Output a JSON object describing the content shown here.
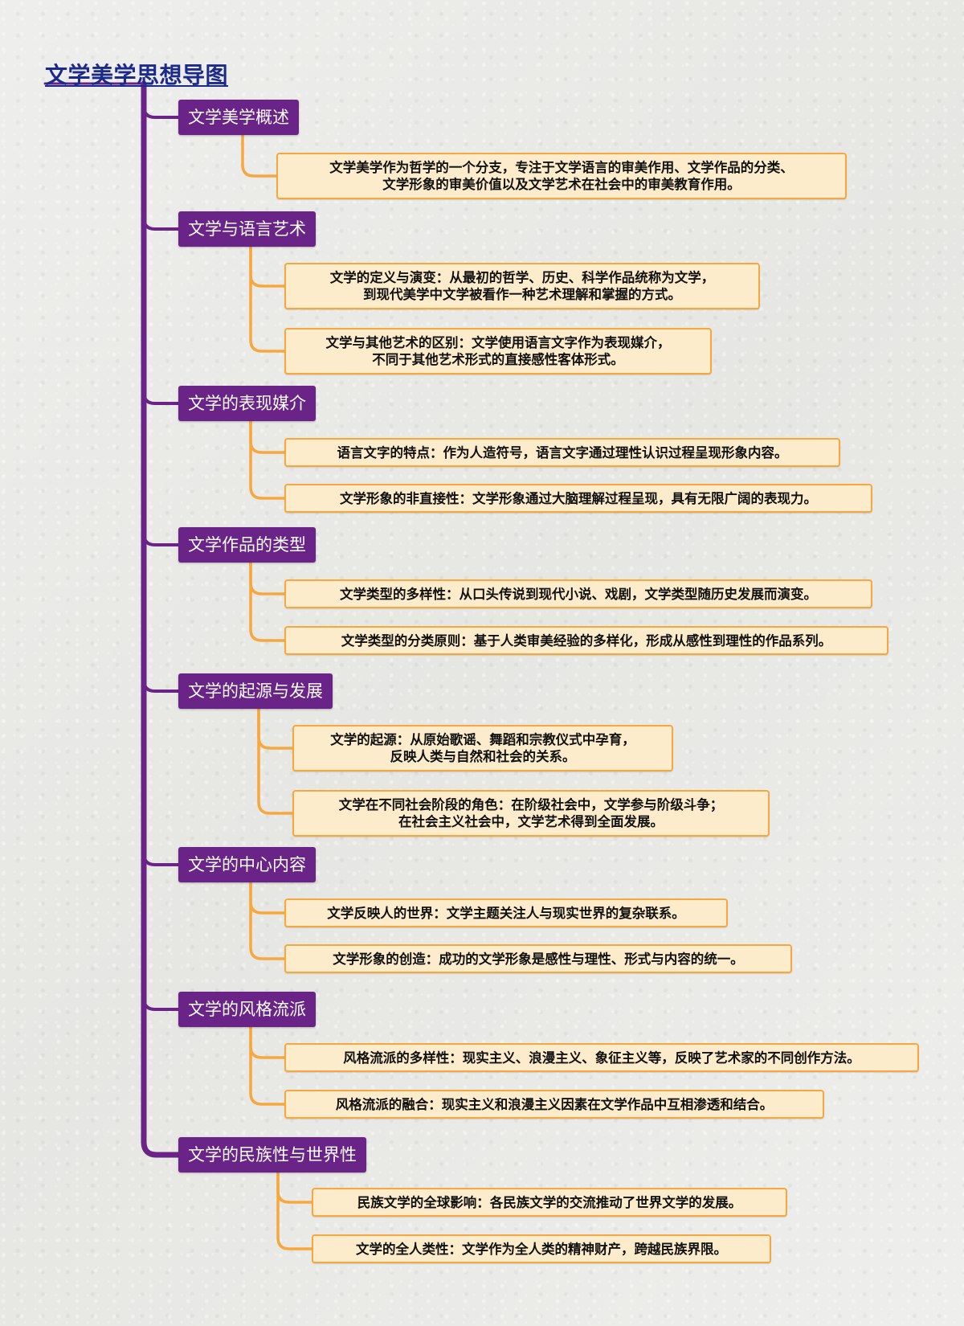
{
  "title": "文学美学思想导图",
  "colors": {
    "trunk": "#6a2487",
    "topic_bg": "#6a2487",
    "topic_text": "#ffffff",
    "leaf_border": "#f7a73e",
    "leaf_bg": "#fdeccb",
    "title": "#1c2a8c"
  },
  "topics": [
    {
      "label": "文学美学概述",
      "children": [
        "文学美学作为哲学的一个分支，专注于文学语言的审美作用、文学作品的分类、\n文学形象的审美价值以及文学艺术在社会中的审美教育作用。"
      ]
    },
    {
      "label": "文学与语言艺术",
      "children": [
        "文学的定义与演变：从最初的哲学、历史、科学作品统称为文学，\n到现代美学中文学被看作一种艺术理解和掌握的方式。",
        "文学与其他艺术的区别：文学使用语言文字作为表现媒介，\n不同于其他艺术形式的直接感性客体形式。"
      ]
    },
    {
      "label": "文学的表现媒介",
      "children": [
        "语言文字的特点：作为人造符号，语言文字通过理性认识过程呈现形象内容。",
        "文学形象的非直接性：文学形象通过大脑理解过程呈现，具有无限广阔的表现力。"
      ]
    },
    {
      "label": "文学作品的类型",
      "children": [
        "文学类型的多样性：从口头传说到现代小说、戏剧，文学类型随历史发展而演变。",
        "文学类型的分类原则：基于人类审美经验的多样化，形成从感性到理性的作品系列。"
      ]
    },
    {
      "label": "文学的起源与发展",
      "children": [
        "文学的起源：从原始歌谣、舞蹈和宗教仪式中孕育，\n反映人类与自然和社会的关系。",
        "文学在不同社会阶段的角色：在阶级社会中，文学参与阶级斗争；\n在社会主义社会中，文学艺术得到全面发展。"
      ]
    },
    {
      "label": "文学的中心内容",
      "children": [
        "文学反映人的世界：文学主题关注人与现实世界的复杂联系。",
        "文学形象的创造：成功的文学形象是感性与理性、形式与内容的统一。"
      ]
    },
    {
      "label": "文学的风格流派",
      "children": [
        "风格流派的多样性：现实主义、浪漫主义、象征主义等，反映了艺术家的不同创作方法。",
        "风格流派的融合：现实主义和浪漫主义因素在文学作品中互相渗透和结合。"
      ]
    },
    {
      "label": "文学的民族性与世界性",
      "children": [
        "民族文学的全球影响：各民族文学的交流推动了世界文学的发展。",
        "文学的全人类性：文学作为全人类的精神财产，跨越民族界限。"
      ]
    }
  ]
}
